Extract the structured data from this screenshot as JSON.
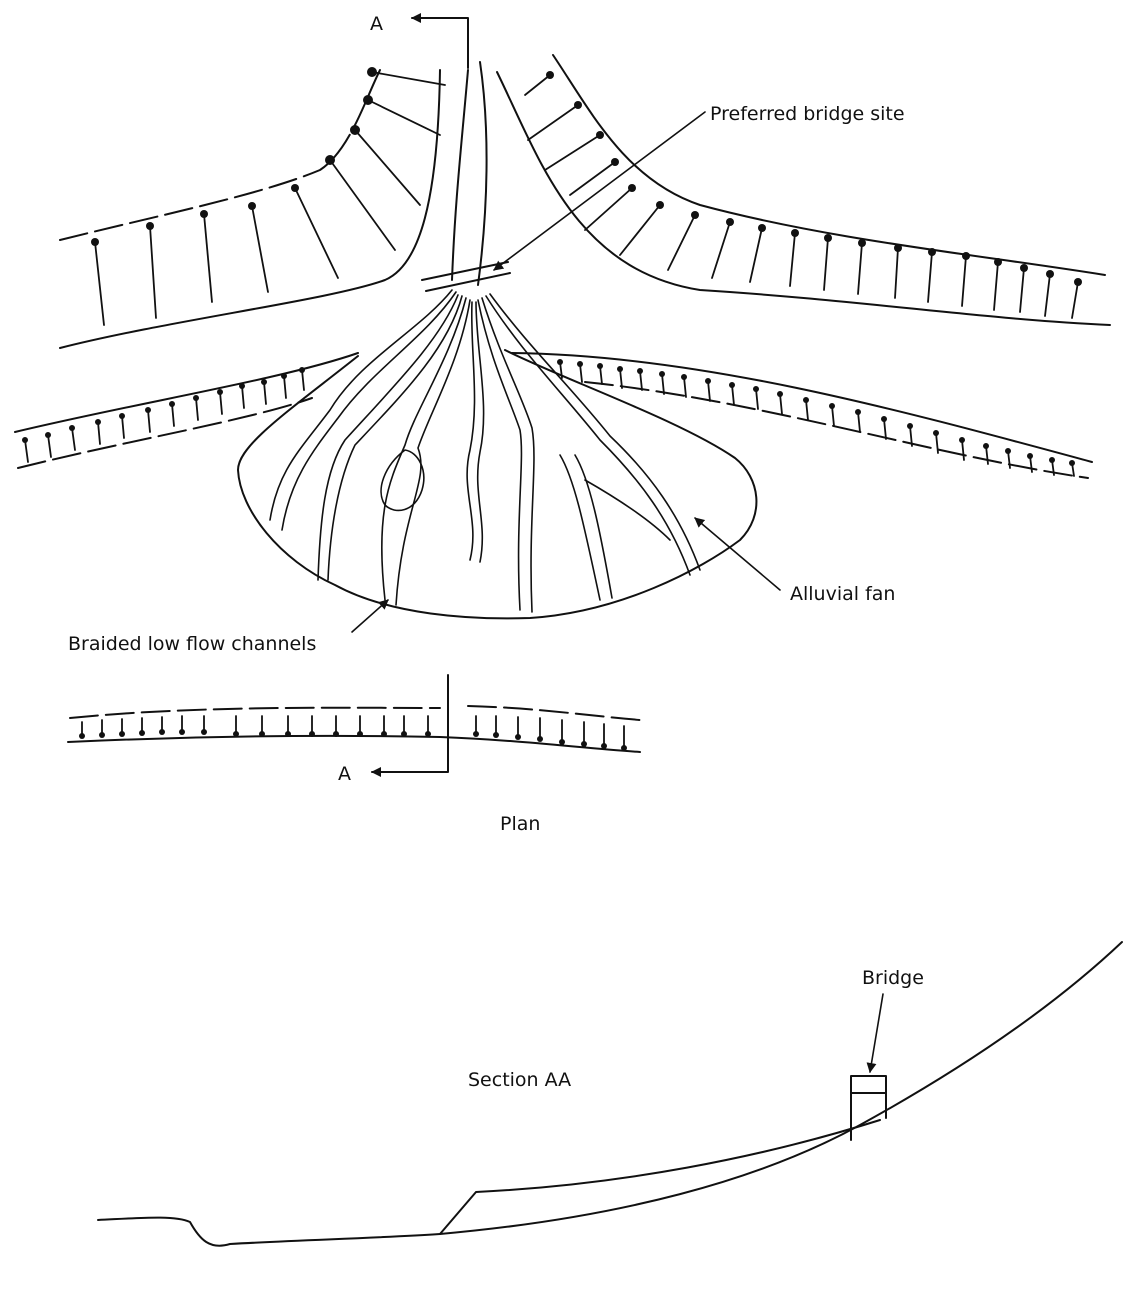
{
  "labels": {
    "section_marker_top": "A",
    "section_marker_bottom": "A",
    "preferred_bridge_site": "Preferred bridge site",
    "alluvial_fan": "Alluvial fan",
    "braided_channels": "Braided low flow channels",
    "plan": "Plan",
    "bridge": "Bridge",
    "section_aa": "Section AA"
  }
}
